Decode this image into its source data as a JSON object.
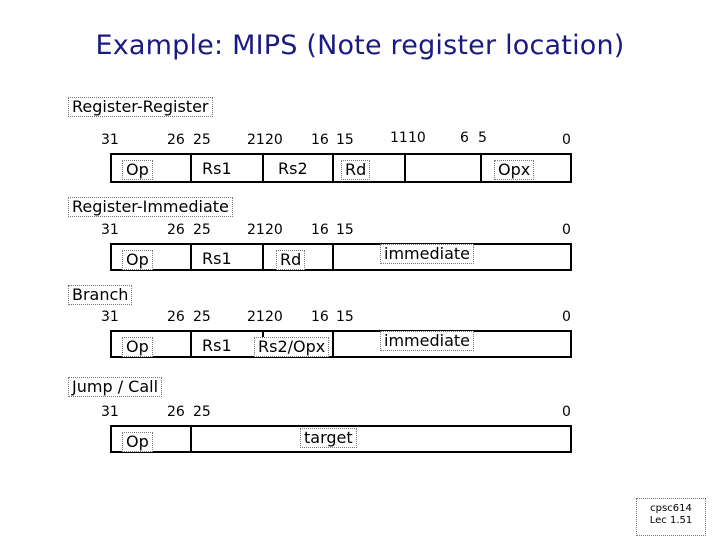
{
  "title": "Example: MIPS (Note register location)",
  "formats": [
    {
      "name": "Register-Register",
      "bits": [
        "31",
        "26",
        "25",
        "21",
        "20",
        "16",
        "15",
        "11",
        "10",
        "6",
        "5",
        "0"
      ],
      "fields": [
        "Op",
        "Rs1",
        "Rs2",
        "Rd",
        "Opx"
      ]
    },
    {
      "name": "Register-Immediate",
      "bits": [
        "31",
        "26",
        "25",
        "21",
        "20",
        "16",
        "15",
        "0"
      ],
      "fields": [
        "Op",
        "Rs1",
        "Rd",
        "immediate"
      ]
    },
    {
      "name": "Branch",
      "bits": [
        "31",
        "26",
        "25",
        "21",
        "20",
        "16",
        "15",
        "0"
      ],
      "fields": [
        "Op",
        "Rs1",
        "Rs2/Opx",
        "immediate"
      ]
    },
    {
      "name": "Jump / Call",
      "bits": [
        "31",
        "26",
        "25",
        "0"
      ],
      "fields": [
        "Op",
        "target"
      ]
    }
  ],
  "footer": {
    "line1": "cpsc614",
    "line2": "Lec 1.51"
  }
}
